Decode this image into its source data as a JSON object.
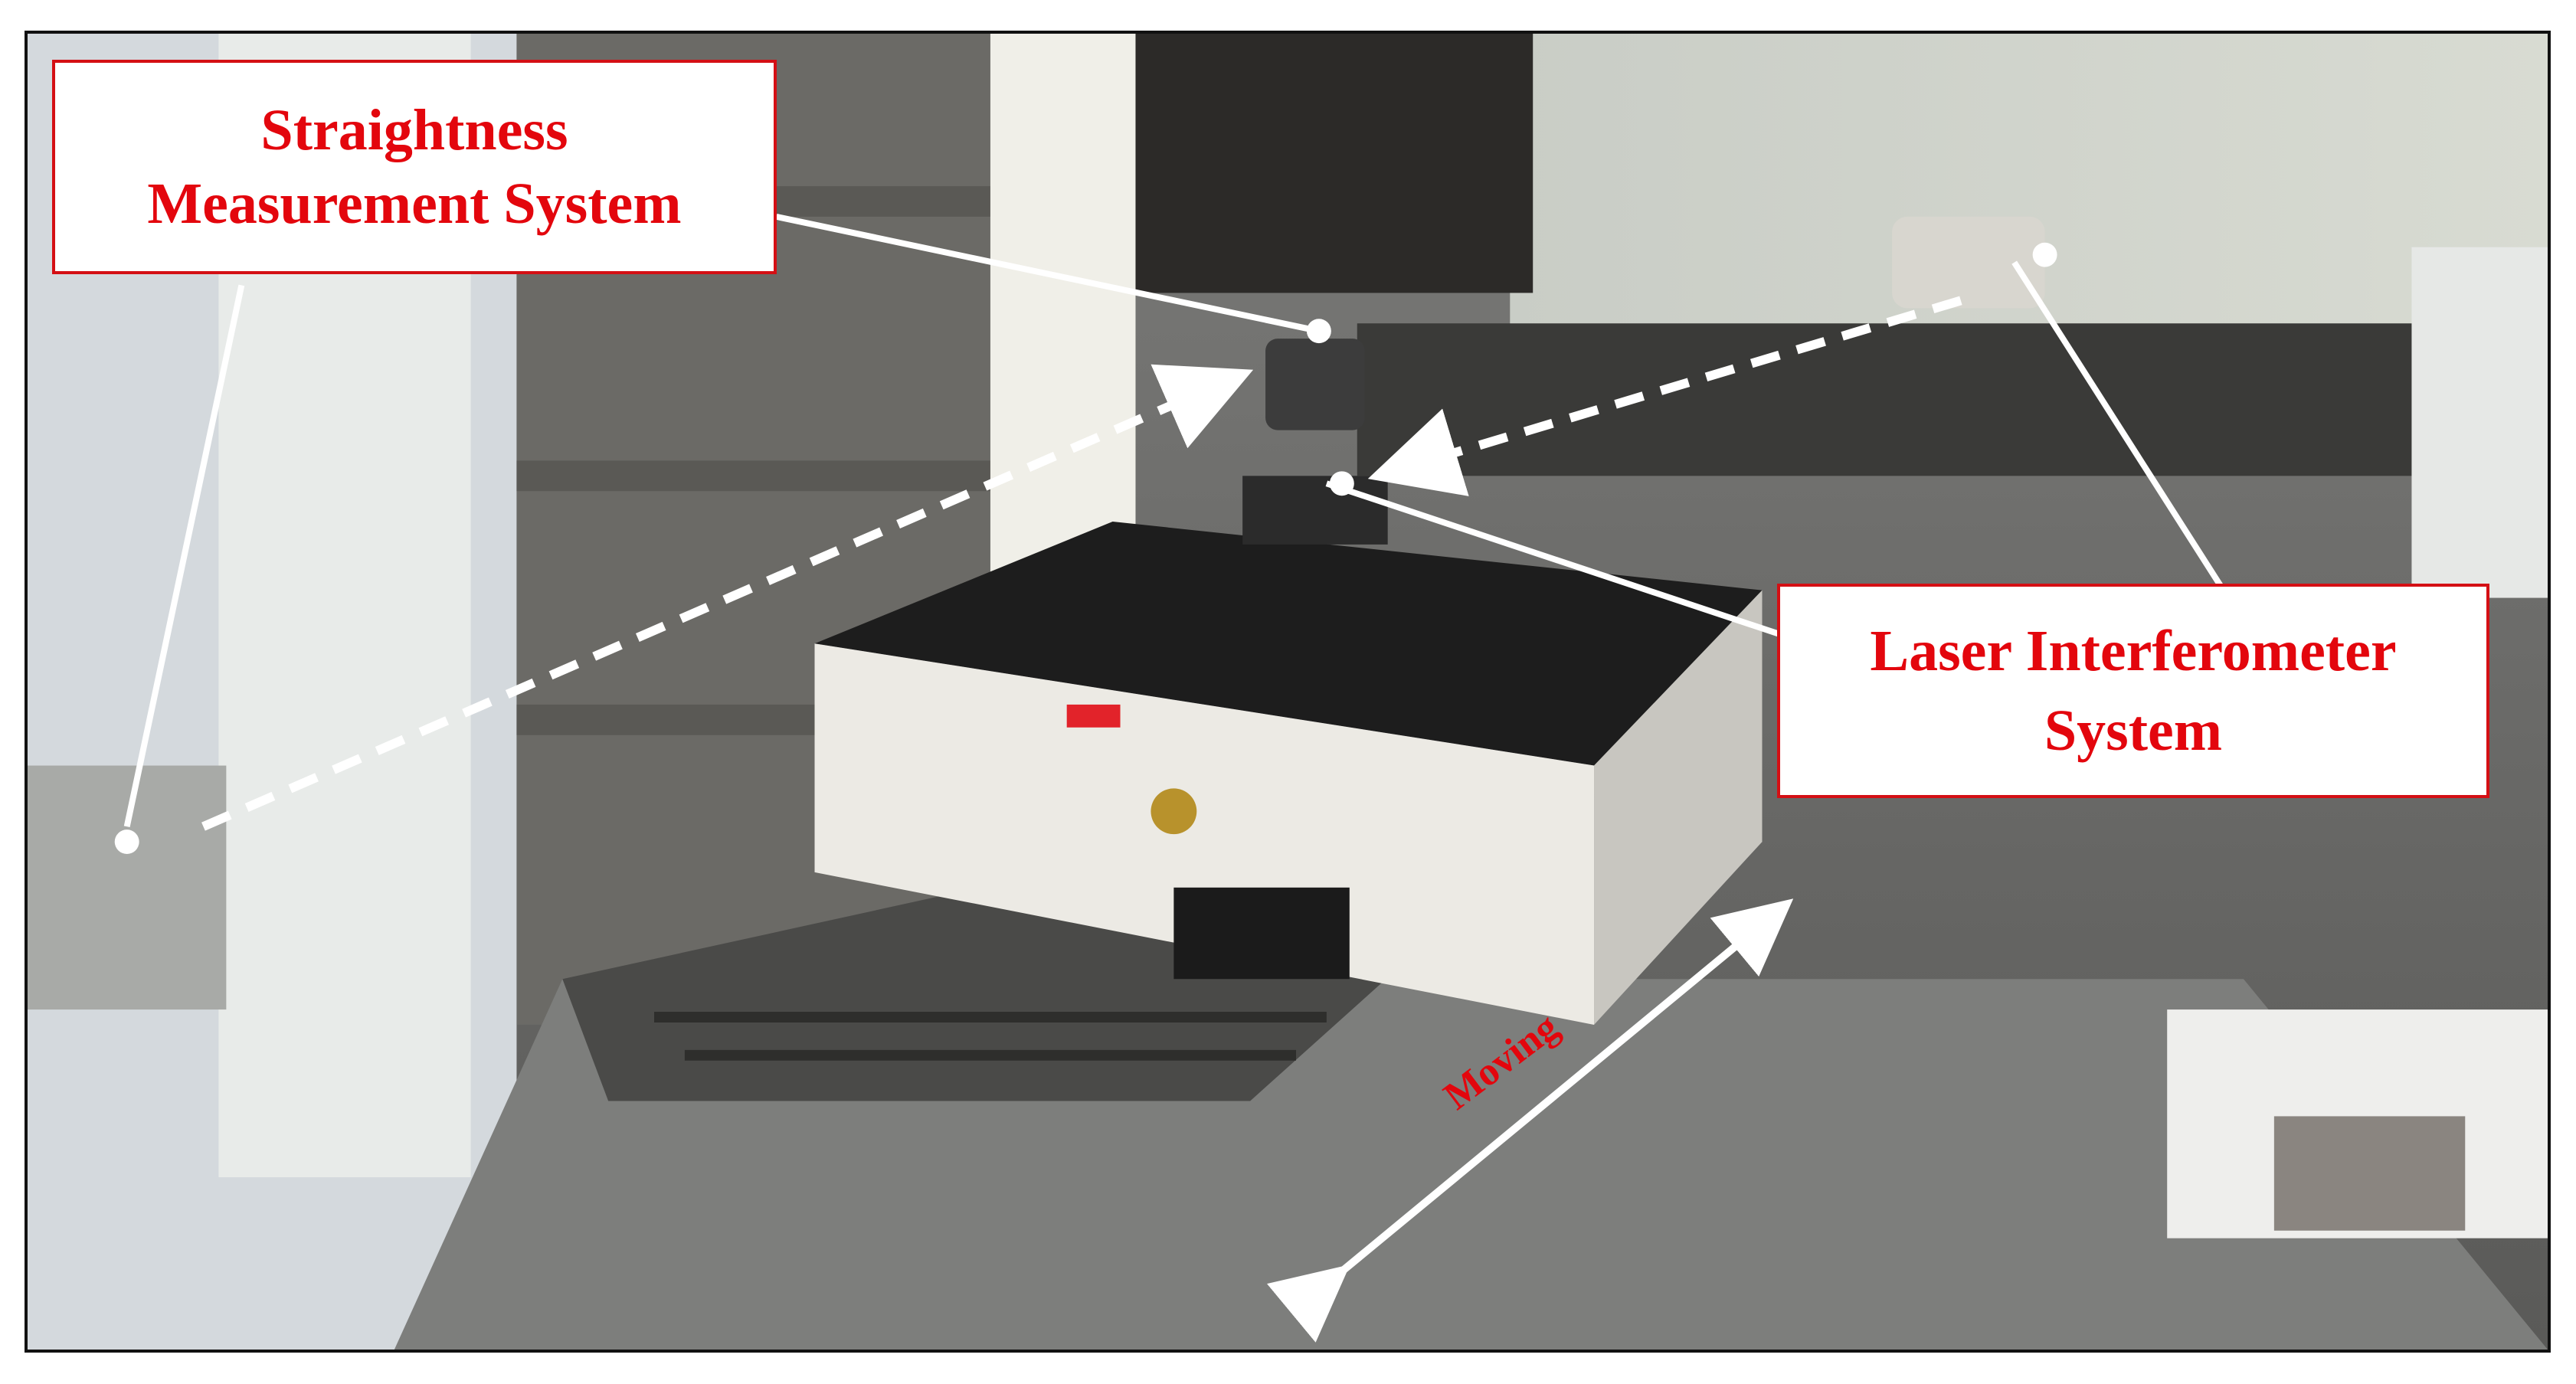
{
  "annotations": {
    "straightness_label": [
      "Straightness",
      "Measurement System"
    ],
    "laser_label": [
      "Laser Interferometer",
      "System"
    ],
    "moving_label": "Moving"
  },
  "colors": {
    "label_text": "#e3060d",
    "label_border": "#d40f14",
    "pointer_lines": "#ffffff"
  },
  "icons": [
    "pointer-dot-icon",
    "dashed-beam-arrow-icon",
    "double-arrow-icon"
  ]
}
